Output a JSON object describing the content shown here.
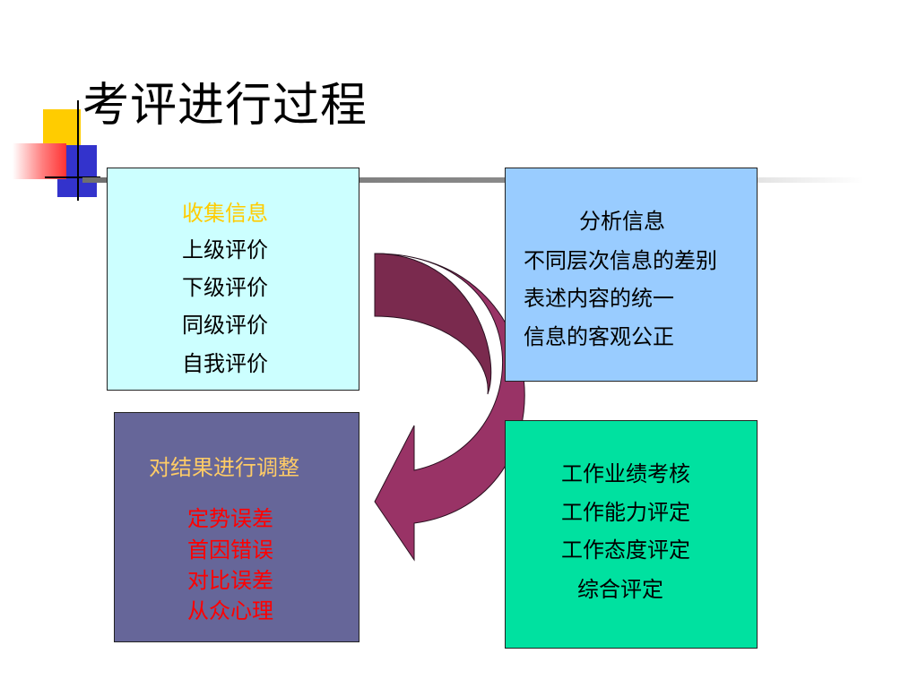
{
  "title": "考评进行过程",
  "colors": {
    "collect_bg": "#ccffff",
    "analyze_bg": "#99ccff",
    "adjust_bg": "#666699",
    "evaluate_bg": "#00e1a0",
    "arrow_fill": "#993366",
    "collect_heading": "#ffcc00",
    "adjust_heading": "#ffcc66",
    "adjust_items": "#ff0000"
  },
  "collect": {
    "heading": "收集信息",
    "items": [
      "上级评价",
      "下级评价",
      "同级评价",
      "自我评价"
    ]
  },
  "analyze": {
    "heading": "分析信息",
    "items": [
      "不同层次信息的差别",
      "表述内容的统一",
      "信息的客观公正"
    ]
  },
  "evaluate": {
    "items": [
      "工作业绩考核",
      "工作能力评定",
      "工作态度评定",
      "综合评定"
    ]
  },
  "adjust": {
    "heading": "对结果进行调整",
    "items": [
      "定势误差",
      "首因错误",
      "对比误差",
      "从众心理"
    ]
  },
  "icons": [
    "colored-squares-decoration-icon",
    "curved-arrow-icon"
  ]
}
